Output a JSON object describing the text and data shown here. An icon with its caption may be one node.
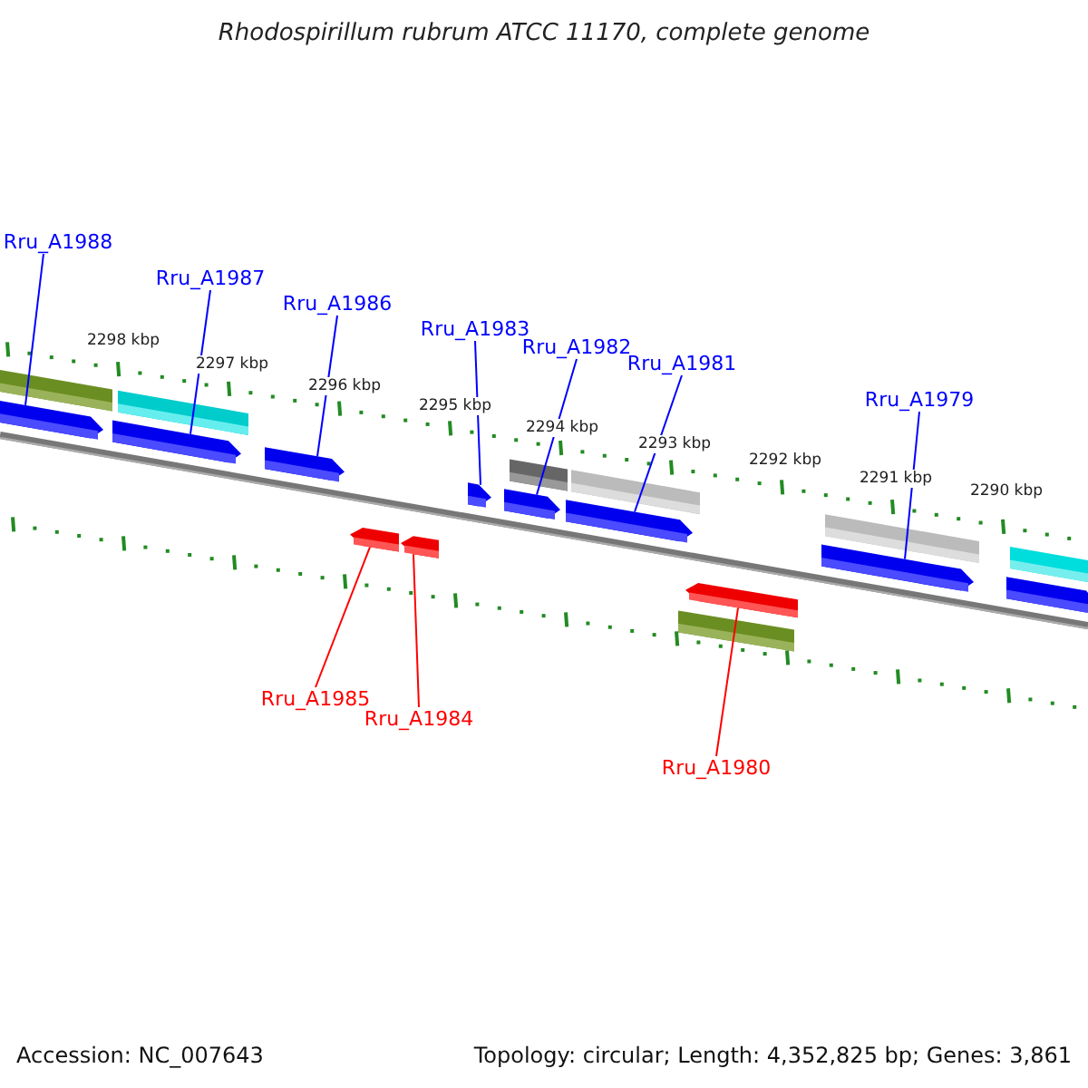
{
  "diagram": {
    "title": "Rhodospirillum rubrum ATCC 11170, complete genome",
    "nodes": [
      {
        "text": [
          "Rru_A1988"
        ]
      },
      {
        "text": [
          "Rru_A1987"
        ]
      },
      {
        "text": [
          "Rru_A1986"
        ]
      },
      {
        "text": [
          "Rru_A1983"
        ]
      },
      {
        "text": [
          "Rru_A1982"
        ]
      },
      {
        "text": [
          "Rru_A1981"
        ]
      },
      {
        "text": [
          "Rru_A1979"
        ]
      },
      {
        "text": [
          "Rru_A1985"
        ]
      },
      {
        "text": [
          "Rru_A1984"
        ]
      },
      {
        "text": [
          "Rru_A1980"
        ]
      },
      {
        "text": [],
        "shape": "pentagon"
      },
      {
        "text": [],
        "shape": "pentagon"
      },
      {
        "text": [],
        "shape": "pentagon"
      },
      {
        "text": [],
        "shape": "pentagon"
      },
      {
        "text": [],
        "shape": "pentagon"
      },
      {
        "text": [],
        "shape": "pentagon"
      },
      {
        "text": [],
        "shape": "pentagon"
      },
      {
        "text": [],
        "shape": "pentagon"
      },
      {
        "text": [],
        "shape": "pentagon"
      },
      {
        "text": [],
        "shape": "pentagon"
      },
      {
        "text": [],
        "shape": "bar"
      },
      {
        "text": [],
        "shape": "bar"
      },
      {
        "text": [],
        "shape": "bar"
      },
      {
        "text": [],
        "shape": "bar"
      },
      {
        "text": [],
        "shape": "bar"
      },
      {
        "text": [],
        "shape": "bar"
      },
      {
        "text": [],
        "shape": "pentagon"
      },
      {
        "text": [],
        "shape": "bar"
      }
    ],
    "edges": [
      {
        "from": 0,
        "to": 10,
        "arrow": "none"
      },
      {
        "from": 1,
        "to": 11,
        "arrow": "none"
      },
      {
        "from": 2,
        "to": 12,
        "arrow": "none"
      },
      {
        "from": 3,
        "to": 13,
        "arrow": "none"
      },
      {
        "from": 4,
        "to": 14,
        "arrow": "none"
      },
      {
        "from": 5,
        "to": 15,
        "arrow": "none"
      },
      {
        "from": 6,
        "to": 16,
        "arrow": "none"
      },
      {
        "from": 7,
        "to": 17,
        "arrow": "none",
        "color": "#ff0000"
      },
      {
        "from": 8,
        "to": 18,
        "arrow": "none",
        "color": "#ff0000"
      },
      {
        "from": 9,
        "to": 19,
        "arrow": "none",
        "color": "#ff0000"
      }
    ],
    "labels": [
      "2298 kbp",
      "2297 kbp",
      "2296 kbp",
      "2295 kbp",
      "2294 kbp",
      "2293 kbp",
      "2292 kbp",
      "2291 kbp",
      "2290 kbp",
      "Accession: NC_007643",
      "Topology: circular; Length: 4,352,825 bp; Genes: 3,861"
    ]
  }
}
